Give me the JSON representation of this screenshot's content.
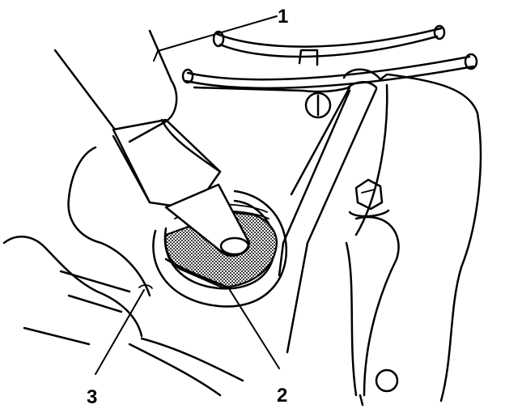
{
  "callouts": [
    {
      "id": "1",
      "label": "1"
    },
    {
      "id": "2",
      "label": "2"
    },
    {
      "id": "3",
      "label": "3"
    }
  ],
  "colors": {
    "line": "#000000",
    "background": "#ffffff",
    "screen_fill": "#d0d0d0"
  }
}
